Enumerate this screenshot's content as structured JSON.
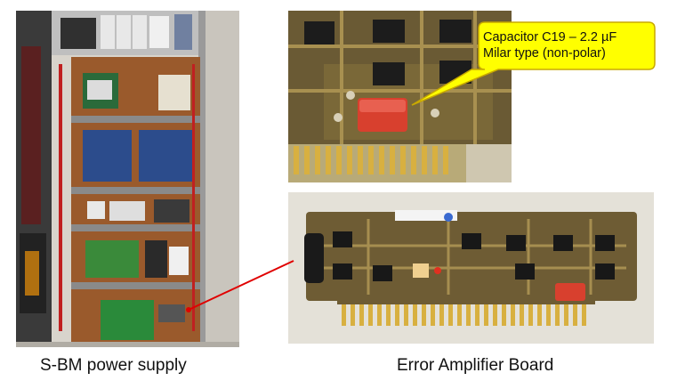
{
  "captions": {
    "left": "S-BM power supply",
    "right": "Error Amplifier Board"
  },
  "callout": {
    "line1": "Capacitor C19 – 2.2 µF",
    "line2": "Milar type (non-polar)",
    "fill": "#ffff00",
    "border": "#c8a800"
  },
  "connector_line_color": "#e00000"
}
